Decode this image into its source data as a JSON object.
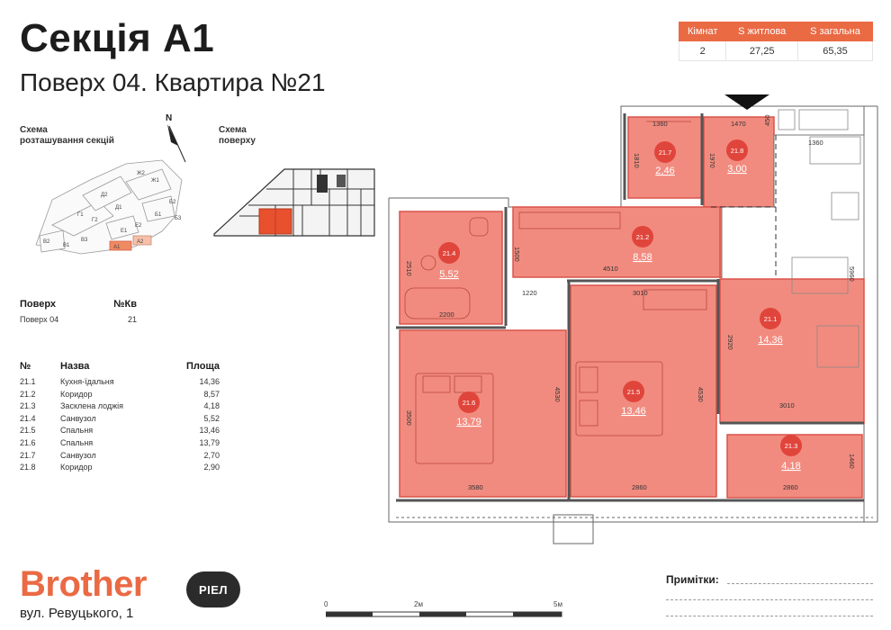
{
  "header": {
    "title": "Секція А1",
    "subtitle": "Поверх 04. Квартира №21"
  },
  "summary": {
    "headers": [
      "Кімнат",
      "S житлова",
      "S загальна"
    ],
    "values": [
      "2",
      "27,25",
      "65,35"
    ]
  },
  "schemes": {
    "sections_title_1": "Схема",
    "sections_title_2": "розташування секцій",
    "floor_title_1": "Схема",
    "floor_title_2": "поверху",
    "north": "N",
    "section_labels": [
      "A1",
      "A2",
      "B1",
      "B2",
      "B3",
      "Б1",
      "Б2",
      "Б3",
      "Г1",
      "Г2",
      "Д1",
      "Д2",
      "Ж1",
      "Ж2",
      "Е1",
      "Е2"
    ]
  },
  "floor_info": {
    "col1": "Поверх",
    "col2": "№Кв",
    "floor": "Поверх 04",
    "apt": "21"
  },
  "rooms_table": {
    "headers": [
      "№",
      "Назва",
      "Площа"
    ],
    "rows": [
      [
        "21.1",
        "Кухня-їдальня",
        "14,36"
      ],
      [
        "21.2",
        "Коридор",
        "8,57"
      ],
      [
        "21.3",
        "Засклена лоджія",
        "4,18"
      ],
      [
        "21.4",
        "Санвузол",
        "5,52"
      ],
      [
        "21.5",
        "Спальня",
        "13,46"
      ],
      [
        "21.6",
        "Спальня",
        "13,79"
      ],
      [
        "21.7",
        "Санвузол",
        "2,70"
      ],
      [
        "21.8",
        "Коридор",
        "2,90"
      ]
    ]
  },
  "plan": {
    "room_ids": [
      "21.7",
      "21.8",
      "21.4",
      "21.2",
      "21.1",
      "21.6",
      "21.5",
      "21.3"
    ],
    "room_areas": [
      "2,46",
      "3,00",
      "5,52",
      "8,58",
      "14,36",
      "13,79",
      "13,46",
      "4,18"
    ],
    "dimensions": [
      "1360",
      "1470",
      "450",
      "1360",
      "1810",
      "1970",
      "2510",
      "1500",
      "4510",
      "5960",
      "1220",
      "3010",
      "2200",
      "2920",
      "3500",
      "4530",
      "4530",
      "3010",
      "3580",
      "2860",
      "2860",
      "1460"
    ],
    "colors": {
      "room_fill": "#f28b7f",
      "room_stroke": "#d9534a",
      "label_circle": "#e0453b",
      "wall": "#555555"
    }
  },
  "brand": {
    "name": "Brother",
    "badge": "РІЕЛ",
    "address": "вул. Ревуцького, 1"
  },
  "notes": {
    "label": "Примітки:"
  },
  "scale": {
    "labels": [
      "0",
      "2м",
      "5м"
    ]
  }
}
